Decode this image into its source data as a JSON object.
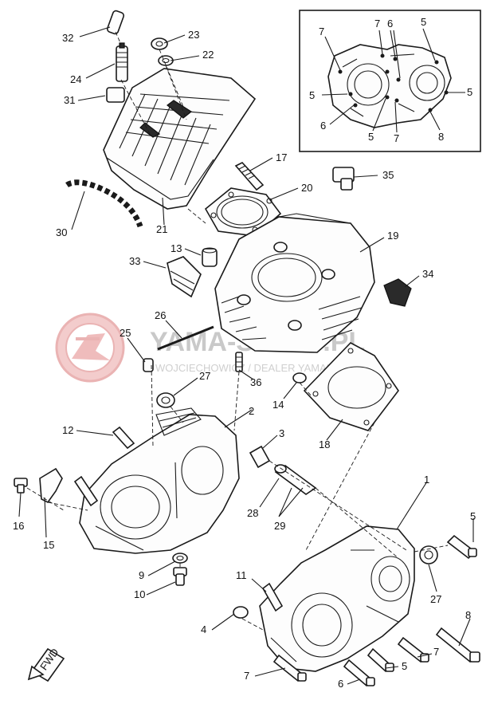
{
  "diagram": {
    "callouts": [
      {
        "id": "c32",
        "text": "32"
      },
      {
        "id": "c23",
        "text": "23"
      },
      {
        "id": "c22",
        "text": "22"
      },
      {
        "id": "c24",
        "text": "24"
      },
      {
        "id": "c31",
        "text": "31"
      },
      {
        "id": "c17",
        "text": "17"
      },
      {
        "id": "c35",
        "text": "35"
      },
      {
        "id": "c20",
        "text": "20"
      },
      {
        "id": "c30",
        "text": "30"
      },
      {
        "id": "c21",
        "text": "21"
      },
      {
        "id": "c19",
        "text": "19"
      },
      {
        "id": "c13",
        "text": "13"
      },
      {
        "id": "c33",
        "text": "33"
      },
      {
        "id": "c34",
        "text": "34"
      },
      {
        "id": "c26",
        "text": "26"
      },
      {
        "id": "c25",
        "text": "25"
      },
      {
        "id": "c27a",
        "text": "27"
      },
      {
        "id": "c36",
        "text": "36"
      },
      {
        "id": "c14",
        "text": "14"
      },
      {
        "id": "c18",
        "text": "18"
      },
      {
        "id": "c12",
        "text": "12"
      },
      {
        "id": "c2",
        "text": "2"
      },
      {
        "id": "c3",
        "text": "3"
      },
      {
        "id": "c28",
        "text": "28"
      },
      {
        "id": "c29",
        "text": "29"
      },
      {
        "id": "c1",
        "text": "1"
      },
      {
        "id": "c16",
        "text": "16"
      },
      {
        "id": "c15",
        "text": "15"
      },
      {
        "id": "c5a",
        "text": "5"
      },
      {
        "id": "c9",
        "text": "9"
      },
      {
        "id": "c10",
        "text": "10"
      },
      {
        "id": "c27b",
        "text": "27"
      },
      {
        "id": "c11",
        "text": "11"
      },
      {
        "id": "c8a",
        "text": "8"
      },
      {
        "id": "c4",
        "text": "4"
      },
      {
        "id": "c7a",
        "text": "7"
      },
      {
        "id": "c5b",
        "text": "5"
      },
      {
        "id": "c7b",
        "text": "7"
      },
      {
        "id": "c6a",
        "text": "6"
      }
    ],
    "inset_callouts": [
      {
        "id": "i7a",
        "text": "7"
      },
      {
        "id": "i7b",
        "text": "7"
      },
      {
        "id": "i6a",
        "text": "6"
      },
      {
        "id": "i5a",
        "text": "5"
      },
      {
        "id": "i5b",
        "text": "5"
      },
      {
        "id": "i5c",
        "text": "5"
      },
      {
        "id": "i6b",
        "text": "6"
      },
      {
        "id": "i5d",
        "text": "5"
      },
      {
        "id": "i7c",
        "text": "7"
      },
      {
        "id": "i8",
        "text": "8"
      }
    ],
    "watermark": {
      "main": "YAMA-SKLEP.PL",
      "sub": "WOJCIECHOWICZ / DEALER YAMAHA"
    },
    "fwd_label": "FWD"
  },
  "colors": {
    "line": "#1a1a1a",
    "watermark_red": "#e5a5a5",
    "watermark_text": "#c9c9c9"
  }
}
